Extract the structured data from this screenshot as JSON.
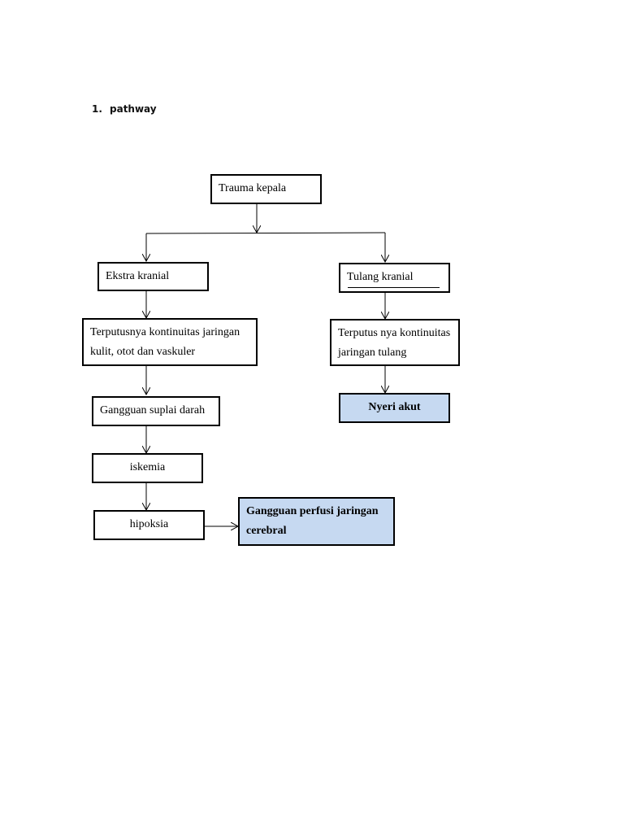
{
  "heading": {
    "number": "1.",
    "label": "pathway"
  },
  "nodes": {
    "trauma_kepala": "Trauma kepala",
    "ekstra_kranial": "Ekstra kranial",
    "tulang_kranial": "Tulang kranial",
    "terputusnya_line1": "Terputusnya kontinuitas jaringan",
    "terputusnya_line2": "kulit, otot dan vaskuler",
    "terputus_line1": "Terputus nya kontinuitas",
    "terputus_line2": "jaringan tulang",
    "gangguan_suplai": "Gangguan suplai darah",
    "nyeri_akut": "Nyeri akut",
    "iskemia": "iskemia",
    "hipoksia": "hipoksia",
    "perfusi_line1": "Gangguan perfusi jaringan",
    "perfusi_line2": "cerebral"
  },
  "colors": {
    "highlight": "#c6d9f1",
    "border": "#000000"
  }
}
